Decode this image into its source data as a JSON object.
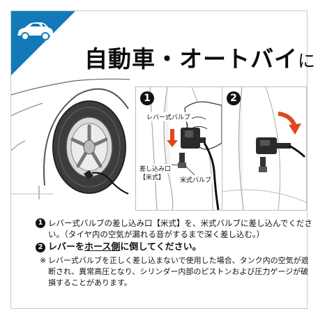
{
  "title": {
    "main": "自動車・オートバイ",
    "suffix": "に"
  },
  "icons": {
    "corner": "car-icon",
    "step_arrow_1": "down-arrow-icon",
    "step_arrow_2": "curved-arrow-icon"
  },
  "colors": {
    "brand_blue": "#1479b8",
    "arrow_red": "#e0461e"
  },
  "panel1": {
    "number": "1",
    "label_lever_valve": "レバー式バルブ",
    "label_inlet_line1": "差し込み口",
    "label_inlet_line2": "【米式】",
    "label_us_valve": "米式バルブ"
  },
  "panel2": {
    "number": "2"
  },
  "instructions": {
    "step1_num": "1",
    "step1_text": "レバー式バルブの差し込み口【米式】を、米式バルブに差し込んでください。（タイヤ内の空気が漏れる音がするまで深く差し込む。）",
    "step2_num": "2",
    "step2_pre": "レバーを",
    "step2_hose": "ホース側",
    "step2_post": "に倒してください。",
    "note_mark": "※",
    "note_text": "レバー式バルブを正しく差し込まないで使用した場合、タンク内の空気が遮断され、異常高圧となり、シリンダー内部のピストンおよび圧力ゲージが破損することがあります。"
  }
}
